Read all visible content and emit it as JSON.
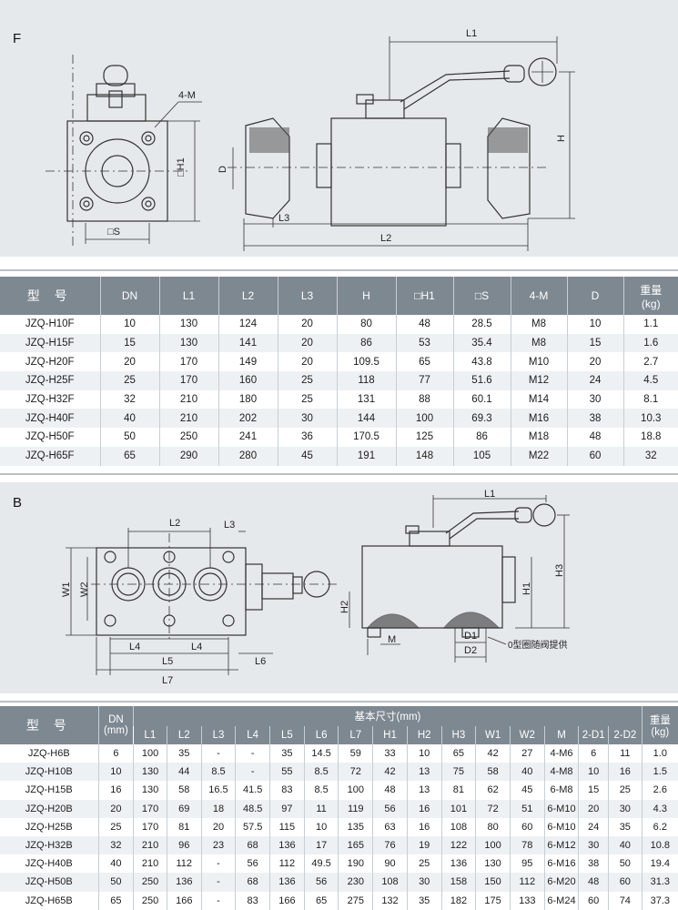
{
  "section_f": {
    "letter": "F",
    "labels": {
      "l1": "L1",
      "h": "H",
      "m4": "4-M",
      "h1": "□H1",
      "d": "D",
      "s": "□S",
      "l3": "L3",
      "l2": "L2"
    },
    "table": {
      "headers": [
        "型 号",
        "DN",
        "L1",
        "L2",
        "L3",
        "H",
        "□H1",
        "□S",
        "4-M",
        "D"
      ],
      "weight_header_1": "重量",
      "weight_header_2": "(kg)",
      "rows": [
        [
          "JZQ-H10F",
          "10",
          "130",
          "124",
          "20",
          "80",
          "48",
          "28.5",
          "M8",
          "10",
          "1.1"
        ],
        [
          "JZQ-H15F",
          "15",
          "130",
          "141",
          "20",
          "86",
          "53",
          "35.4",
          "M8",
          "15",
          "1.6"
        ],
        [
          "JZQ-H20F",
          "20",
          "170",
          "149",
          "20",
          "109.5",
          "65",
          "43.8",
          "M10",
          "20",
          "2.7"
        ],
        [
          "JZQ-H25F",
          "25",
          "170",
          "160",
          "25",
          "118",
          "77",
          "51.6",
          "M12",
          "24",
          "4.5"
        ],
        [
          "JZQ-H32F",
          "32",
          "210",
          "180",
          "25",
          "131",
          "88",
          "60.1",
          "M14",
          "30",
          "8.1"
        ],
        [
          "JZQ-H40F",
          "40",
          "210",
          "202",
          "30",
          "144",
          "100",
          "69.3",
          "M16",
          "38",
          "10.3"
        ],
        [
          "JZQ-H50F",
          "50",
          "250",
          "241",
          "36",
          "170.5",
          "125",
          "86",
          "M18",
          "48",
          "18.8"
        ],
        [
          "JZQ-H65F",
          "65",
          "290",
          "280",
          "45",
          "191",
          "148",
          "105",
          "M22",
          "60",
          "32"
        ]
      ]
    }
  },
  "section_b": {
    "letter": "B",
    "labels": {
      "l1": "L1",
      "l2": "L2",
      "l3": "L3",
      "w1": "W1",
      "w2": "W2",
      "h3": "H3",
      "h1": "H1",
      "h2": "H2",
      "l4a": "L4",
      "l4b": "L4",
      "l5": "L5",
      "l6": "L6",
      "l7": "L7",
      "m": "M",
      "d1": "D1",
      "d2": "D2",
      "note": "0型圈随阀提供"
    },
    "table": {
      "model_header": "型 号",
      "dn_header_1": "DN",
      "dn_header_2": "(mm)",
      "group_header": "基本尺寸(mm)",
      "weight_header_1": "重量",
      "weight_header_2": "(kg)",
      "sub_headers": [
        "L1",
        "L2",
        "L3",
        "L4",
        "L5",
        "L6",
        "L7",
        "H1",
        "H2",
        "H3",
        "W1",
        "W2",
        "M",
        "2-D1",
        "2-D2"
      ],
      "rows": [
        [
          "JZQ-H6B",
          "6",
          "100",
          "35",
          "-",
          "-",
          "35",
          "14.5",
          "59",
          "33",
          "10",
          "65",
          "42",
          "27",
          "4-M6",
          "6",
          "11",
          "1.0"
        ],
        [
          "JZQ-H10B",
          "10",
          "130",
          "44",
          "8.5",
          "-",
          "55",
          "8.5",
          "72",
          "42",
          "13",
          "75",
          "58",
          "40",
          "4-M8",
          "10",
          "16",
          "1.5"
        ],
        [
          "JZQ-H15B",
          "16",
          "130",
          "58",
          "16.5",
          "41.5",
          "83",
          "8.5",
          "100",
          "48",
          "13",
          "81",
          "62",
          "45",
          "6-M8",
          "15",
          "25",
          "2.6"
        ],
        [
          "JZQ-H20B",
          "20",
          "170",
          "69",
          "18",
          "48.5",
          "97",
          "11",
          "119",
          "56",
          "16",
          "101",
          "72",
          "51",
          "6-M10",
          "20",
          "30",
          "4.3"
        ],
        [
          "JZQ-H25B",
          "25",
          "170",
          "81",
          "20",
          "57.5",
          "115",
          "10",
          "135",
          "63",
          "16",
          "108",
          "80",
          "60",
          "6-M10",
          "24",
          "35",
          "6.2"
        ],
        [
          "JZQ-H32B",
          "32",
          "210",
          "96",
          "23",
          "68",
          "136",
          "17",
          "165",
          "76",
          "19",
          "122",
          "100",
          "78",
          "6-M12",
          "30",
          "40",
          "10.8"
        ],
        [
          "JZQ-H40B",
          "40",
          "210",
          "112",
          "-",
          "56",
          "112",
          "49.5",
          "190",
          "90",
          "25",
          "136",
          "130",
          "95",
          "6-M16",
          "38",
          "50",
          "19.4"
        ],
        [
          "JZQ-H50B",
          "50",
          "250",
          "136",
          "-",
          "68",
          "136",
          "56",
          "230",
          "108",
          "30",
          "158",
          "150",
          "112",
          "6-M20",
          "48",
          "60",
          "31.3"
        ],
        [
          "JZQ-H65B",
          "65",
          "250",
          "166",
          "-",
          "83",
          "166",
          "65",
          "275",
          "132",
          "35",
          "182",
          "175",
          "133",
          "6-M24",
          "60",
          "74",
          "37.3"
        ]
      ]
    }
  }
}
